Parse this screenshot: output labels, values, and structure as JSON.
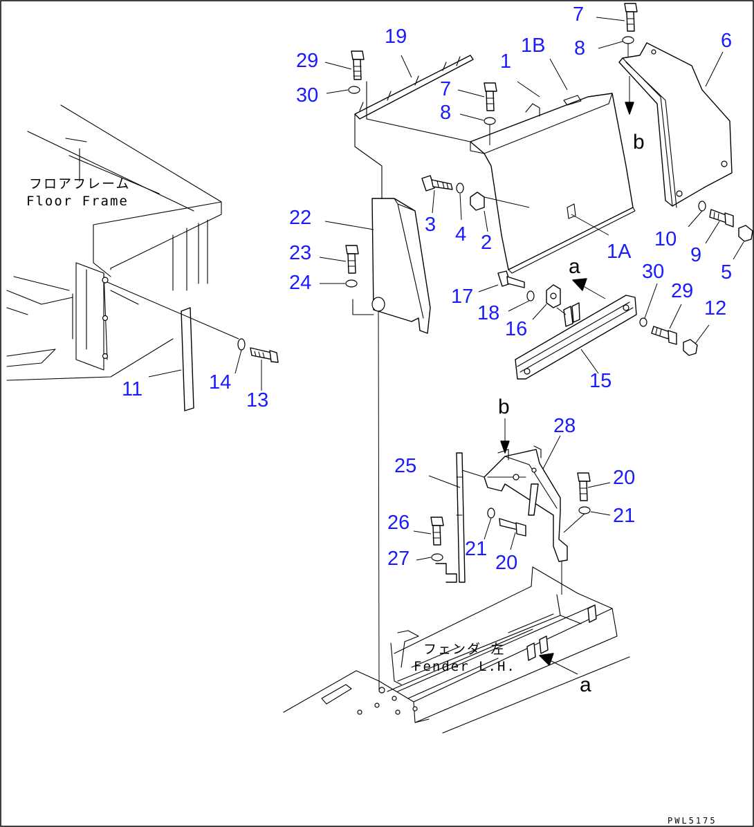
{
  "drawing": {
    "code": "PWL5175",
    "labels": {
      "floor_frame_jp": "フロアフレーム",
      "floor_frame_en": "Floor Frame",
      "fender_jp": "フェンダ 左",
      "fender_en": "Fender L.H."
    },
    "view_letters": {
      "a_upper": "a",
      "a_lower": "a",
      "b_upper": "b",
      "b_lower": "b"
    },
    "callouts": [
      {
        "id": "c7a",
        "text": "7"
      },
      {
        "id": "c8a",
        "text": "8"
      },
      {
        "id": "c6",
        "text": "6"
      },
      {
        "id": "c29a",
        "text": "29"
      },
      {
        "id": "c19",
        "text": "19"
      },
      {
        "id": "c1b",
        "text": "1B"
      },
      {
        "id": "c1",
        "text": "1"
      },
      {
        "id": "c30a",
        "text": "30"
      },
      {
        "id": "c7b",
        "text": "7"
      },
      {
        "id": "c8b",
        "text": "8"
      },
      {
        "id": "c22",
        "text": "22"
      },
      {
        "id": "c3",
        "text": "3"
      },
      {
        "id": "c4",
        "text": "4"
      },
      {
        "id": "c2",
        "text": "2"
      },
      {
        "id": "c1a",
        "text": "1A"
      },
      {
        "id": "c10",
        "text": "10"
      },
      {
        "id": "c9",
        "text": "9"
      },
      {
        "id": "c5",
        "text": "5"
      },
      {
        "id": "c23",
        "text": "23"
      },
      {
        "id": "c24",
        "text": "24"
      },
      {
        "id": "c30b",
        "text": "30"
      },
      {
        "id": "c29b",
        "text": "29"
      },
      {
        "id": "c12",
        "text": "12"
      },
      {
        "id": "c17",
        "text": "17"
      },
      {
        "id": "c18",
        "text": "18"
      },
      {
        "id": "c16",
        "text": "16"
      },
      {
        "id": "c15",
        "text": "15"
      },
      {
        "id": "c14",
        "text": "14"
      },
      {
        "id": "c13",
        "text": "13"
      },
      {
        "id": "c11",
        "text": "11"
      },
      {
        "id": "c28",
        "text": "28"
      },
      {
        "id": "c25",
        "text": "25"
      },
      {
        "id": "c20a",
        "text": "20"
      },
      {
        "id": "c21a",
        "text": "21"
      },
      {
        "id": "c26",
        "text": "26"
      },
      {
        "id": "c21b",
        "text": "21"
      },
      {
        "id": "c27",
        "text": "27"
      },
      {
        "id": "c20b",
        "text": "20"
      }
    ]
  },
  "colors": {
    "callout": "#1a1aff",
    "line": "#000000",
    "background": "#ffffff"
  }
}
